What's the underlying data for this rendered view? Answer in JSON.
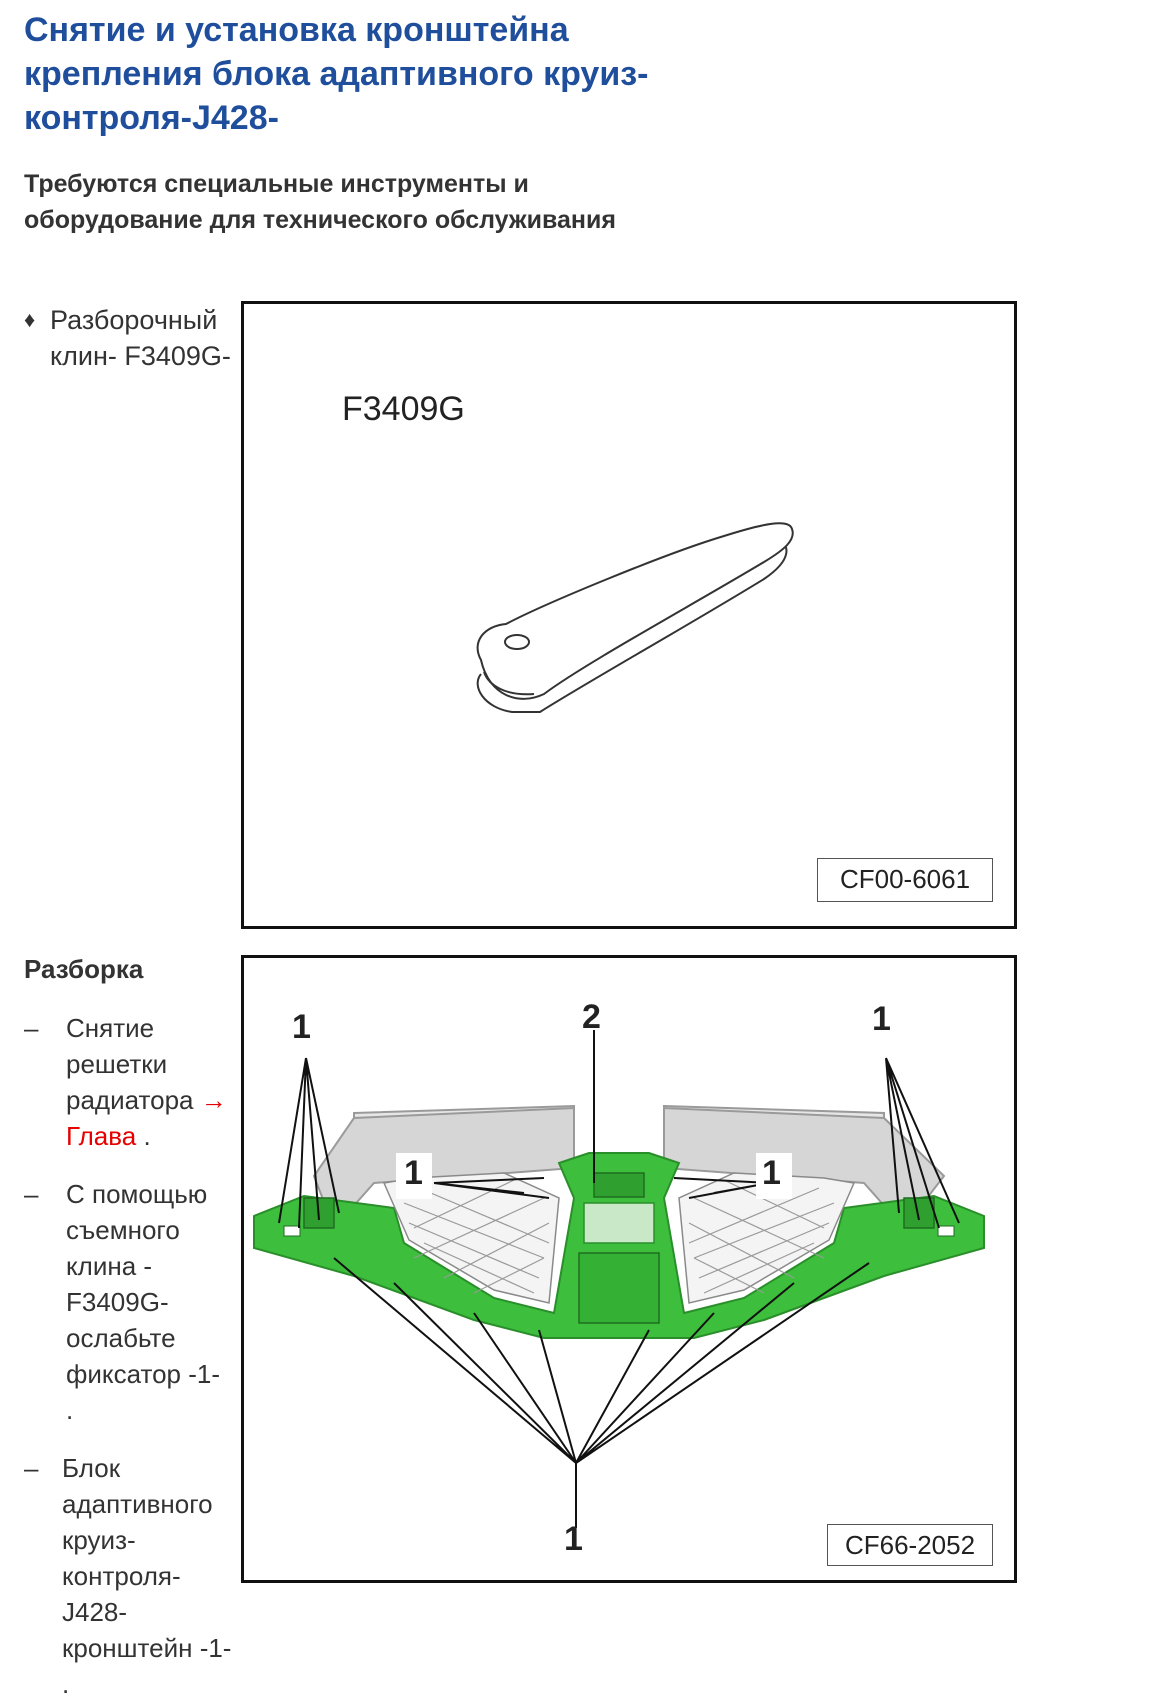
{
  "title": "Снятие и установка кронштейна крепления блока адаптивного круиз-контроля-J428-",
  "subtitle": "Требуются специальные инструменты и оборудование для технического обслуживания",
  "tools": [
    {
      "bullet": "♦",
      "text": "Разборочный клин- F3409G-"
    }
  ],
  "figure1": {
    "label": "F3409G",
    "code": "CF00-6061"
  },
  "disassembly": {
    "heading": "Разборка",
    "steps": [
      {
        "dash": "–",
        "text": "Снятие решетки радиатора",
        "link": "→ Глава",
        "after_link": " ."
      },
      {
        "dash": "–",
        "text": "С помощью съемного клина - F3409G- ослабьте фиксатор -1- ."
      },
      {
        "dash": "–",
        "text": "Блок адаптивного круиз- контроля- J428- кронштейн -1- ."
      }
    ]
  },
  "figure2": {
    "code": "CF66-2052",
    "callouts": [
      "1",
      "2",
      "1",
      "1",
      "1",
      "1"
    ]
  },
  "colors": {
    "title": "#1f4e9c",
    "text": "#333333",
    "link": "#e60000",
    "bracket_green": "#3dbe3d"
  }
}
